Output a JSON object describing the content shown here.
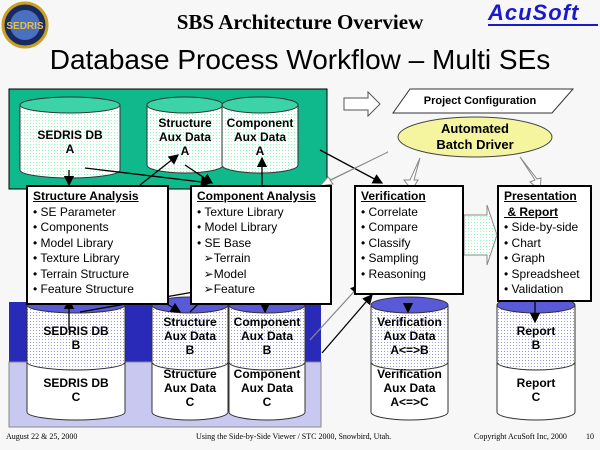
{
  "header": {
    "title": "SBS Architecture Overview",
    "subtitle": "Database Process Workflow – Multi SEs",
    "left_logo": "SEDRIS",
    "right_logo": "AcuSoft"
  },
  "colors": {
    "green_region": "#10b98c",
    "blue_region": "#2a2ab8",
    "light_region": "#c8c8f0",
    "ellipse": "#f5f5a0",
    "cyl_top_green": "#3dd3a8",
    "cyl_top_blue": "#5a5ad8"
  },
  "top": {
    "project_config": "Project Configuration",
    "batch_driver_1": "Automated",
    "batch_driver_2": "Batch Driver"
  },
  "cylinders": {
    "sedris_a": [
      "SEDRIS DB",
      "A"
    ],
    "struct_a": [
      "Structure",
      "Aux Data",
      "A"
    ],
    "comp_a": [
      "Component",
      "Aux Data",
      "A"
    ],
    "sedris_b": [
      "SEDRIS DB",
      "B"
    ],
    "struct_b": [
      "Structure",
      "Aux Data",
      "B"
    ],
    "comp_b": [
      "Component",
      "Aux Data",
      "B"
    ],
    "sedris_c": [
      "SEDRIS DB",
      "C"
    ],
    "struct_c": [
      "Structure",
      "Aux Data",
      "C"
    ],
    "comp_c": [
      "Component",
      "Aux Data",
      "C"
    ],
    "verif_b": [
      "Verification",
      "Aux Data",
      "A<=>B"
    ],
    "verif_c": [
      "Verification",
      "Aux Data",
      "A<=>C"
    ],
    "report_b": [
      "Report",
      "B"
    ],
    "report_c": [
      "Report",
      "C"
    ]
  },
  "boxes": {
    "structure": {
      "title": "Structure Analysis",
      "items": [
        "• SE Parameter",
        "• Components",
        "• Model Library",
        "• Texture Library",
        "• Terrain Structure",
        "• Feature Structure"
      ]
    },
    "component": {
      "title": "Component Analysis",
      "items": [
        "• Texture Library",
        "• Model Library",
        "• SE Base",
        "  ➢Terrain",
        "  ➢Model",
        "  ➢Feature"
      ]
    },
    "verification": {
      "title": "Verification",
      "items": [
        "• Correlate",
        "• Compare",
        "• Classify",
        "• Sampling",
        "• Reasoning"
      ]
    },
    "presentation": {
      "title": "Presentation",
      "title2": " & Report",
      "items": [
        "• Side-by-side",
        "• Chart",
        "• Graph",
        "• Spreadsheet",
        "• Validation"
      ]
    }
  },
  "footer": {
    "left": "August 22 & 25, 2000",
    "center": "Using the Side-by-Side Viewer / STC 2000, Snowbird, Utah.",
    "right": "Copyright AcuSoft Inc, 2000",
    "page": "10"
  }
}
